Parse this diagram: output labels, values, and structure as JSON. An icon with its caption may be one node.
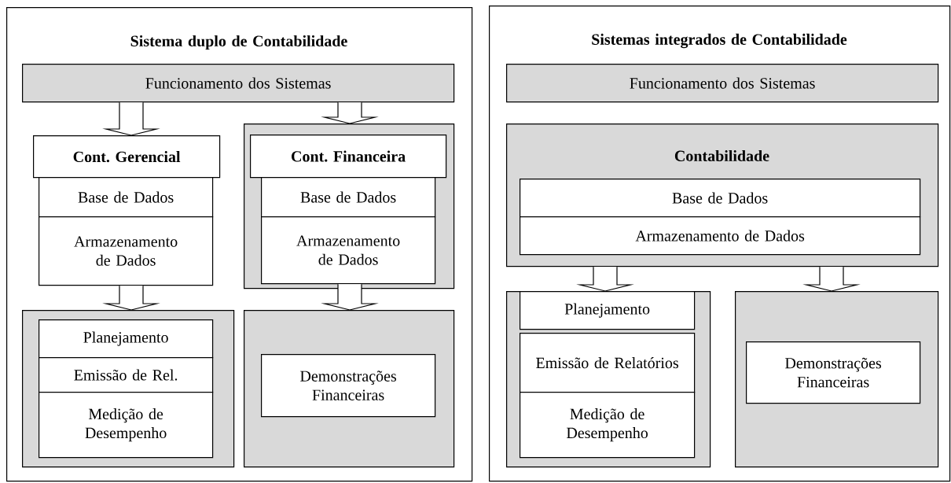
{
  "diagram": {
    "nodes": [
      {
        "text": [
          "Sistema duplo de Contabilidade"
        ]
      },
      {
        "text": [
          "Funcionamento dos Sistemas"
        ],
        "in": 0
      },
      {
        "text": [
          "Cont. Gerencial"
        ],
        "in": 0
      },
      {
        "text": [
          "Base de Dados"
        ],
        "in": 0
      },
      {
        "text": [
          "Armazenamento de Dados"
        ],
        "in": 0
      },
      {
        "text": [],
        "shape": "box",
        "in": 0
      },
      {
        "text": [
          "Cont. Financeira"
        ],
        "in": 5
      },
      {
        "text": [
          "Base de Dados"
        ],
        "in": 5
      },
      {
        "text": [
          "Armazenamento de Dados"
        ],
        "in": 5
      },
      {
        "text": [],
        "shape": "box",
        "in": 0
      },
      {
        "text": [
          "Planejamento"
        ],
        "in": 9
      },
      {
        "text": [
          "Emissão de Rel."
        ],
        "in": 9
      },
      {
        "text": [
          "Medição de Desempenho"
        ],
        "in": 9
      },
      {
        "text": [],
        "shape": "box",
        "in": 0
      },
      {
        "text": [
          "Demonstrações Financeiras"
        ],
        "in": 13
      },
      {
        "text": [
          "Sistemas integrados de Contabilidade"
        ]
      },
      {
        "text": [
          "Funcionamento dos Sistemas"
        ],
        "in": 15
      },
      {
        "text": [
          "Contabilidade"
        ],
        "in": 15
      },
      {
        "text": [
          "Base de Dados"
        ],
        "in": 17
      },
      {
        "text": [
          "Armazenamento de Dados"
        ],
        "in": 17
      },
      {
        "text": [],
        "shape": "box",
        "in": 15
      },
      {
        "text": [
          "Planejamento"
        ],
        "in": 20
      },
      {
        "text": [
          "Emissão de Relatórios"
        ],
        "in": 20
      },
      {
        "text": [
          "Medição de Desempenho"
        ],
        "in": 20
      },
      {
        "text": [],
        "shape": "box",
        "in": 15
      },
      {
        "text": [
          "Demonstrações Financeiras"
        ],
        "in": 24
      }
    ],
    "edges": [
      {
        "from": 1,
        "to": 2,
        "arrow": "to"
      },
      {
        "from": 1,
        "to": 5,
        "arrow": "to"
      },
      {
        "from": 4,
        "to": 9,
        "arrow": "to"
      },
      {
        "from": 8,
        "to": 13,
        "arrow": "to"
      },
      {
        "from": 17,
        "to": 20,
        "arrow": "to"
      },
      {
        "from": 17,
        "to": 24,
        "arrow": "to"
      }
    ]
  }
}
